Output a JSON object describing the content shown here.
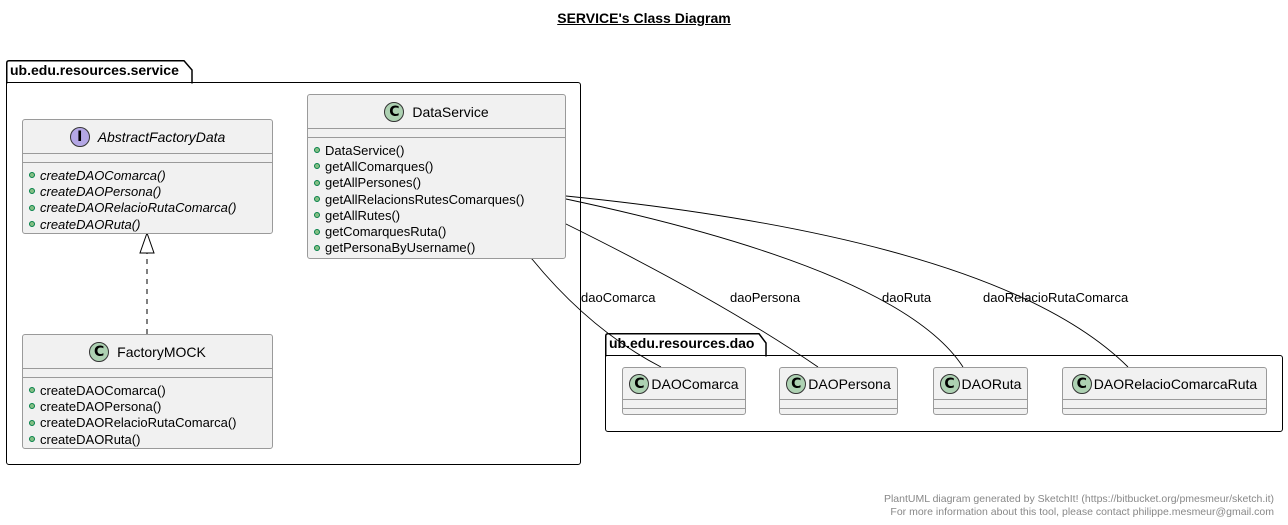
{
  "diagram": {
    "title": "SERVICE's Class Diagram",
    "packages": {
      "service": {
        "name": "ub.edu.resources.service"
      },
      "dao": {
        "name": "ub.edu.resources.dao"
      }
    },
    "classes": {
      "abstract_factory": {
        "stereotype_letter": "I",
        "name": "AbstractFactoryData",
        "methods": [
          "createDAOComarca()",
          "createDAOPersona()",
          "createDAORelacioRutaComarca()",
          "createDAORuta()"
        ]
      },
      "data_service": {
        "stereotype_letter": "C",
        "name": "DataService",
        "methods": [
          "DataService()",
          "getAllComarques()",
          "getAllPersones()",
          "getAllRelacionsRutesComarques()",
          "getAllRutes()",
          "getComarquesRuta()",
          "getPersonaByUsername()"
        ]
      },
      "factory_mock": {
        "stereotype_letter": "C",
        "name": "FactoryMOCK",
        "methods": [
          "createDAOComarca()",
          "createDAOPersona()",
          "createDAORelacioRutaComarca()",
          "createDAORuta()"
        ]
      },
      "dao_comarca": {
        "stereotype_letter": "C",
        "name": "DAOComarca"
      },
      "dao_persona": {
        "stereotype_letter": "C",
        "name": "DAOPersona"
      },
      "dao_ruta": {
        "stereotype_letter": "C",
        "name": "DAORuta"
      },
      "dao_relacio": {
        "stereotype_letter": "C",
        "name": "DAORelacioComarcaRuta"
      }
    },
    "relations": {
      "dao_comarca": "daoComarca",
      "dao_persona": "daoPersona",
      "dao_ruta": "daoRuta",
      "dao_relacio": "daoRelacioRutaComarca"
    },
    "colors": {
      "class_fill": "#F1F1F1",
      "class_badge": "#ADD1B2",
      "interface_badge": "#B4A7E5",
      "method_dot": "#84BE84"
    },
    "footer": {
      "line1": "PlantUML diagram generated by SketchIt! (https://bitbucket.org/pmesmeur/sketch.it)",
      "line2": "For more information about this tool, please contact philippe.mesmeur@gmail.com"
    }
  }
}
